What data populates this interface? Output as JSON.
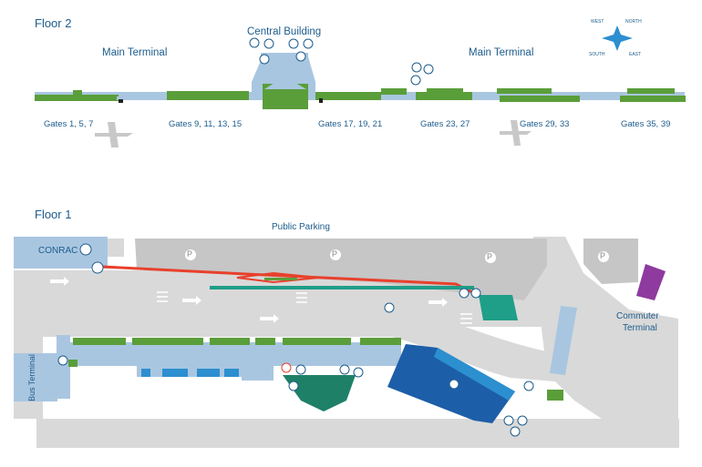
{
  "floor2": {
    "title": "Floor 2",
    "central_building": "Central Building",
    "main_terminal_left": "Main Terminal",
    "main_terminal_right": "Main Terminal",
    "gates": [
      "Gates 1, 5, 7",
      "Gates 9, 11, 13, 15",
      "Gates 17, 19, 21",
      "Gates 23, 27",
      "Gates 29, 33",
      "Gates 35, 39"
    ]
  },
  "compass": {
    "west": "WEST",
    "north": "NORTH",
    "south": "SOUTH",
    "east": "EAST"
  },
  "floor1": {
    "title": "Floor 1",
    "public_parking": "Public Parking",
    "conrac": "CONRAC",
    "bus_terminal": "Bus Terminal",
    "commuter_terminal_line1": "Commuter",
    "commuter_terminal_line2": "Terminal",
    "parking_symbol": "P"
  },
  "colors": {
    "terminal_blue": "#a9c6e0",
    "green": "#5a9e3a",
    "dark_green": "#1f8068",
    "road_gray": "#d9d9d9",
    "parking_gray": "#c6c6c6",
    "building_navy": "#1d5ea8",
    "route_red": "#e8402c",
    "commuter_purple": "#8e3a9e",
    "text_blue": "#1d5c8c"
  }
}
